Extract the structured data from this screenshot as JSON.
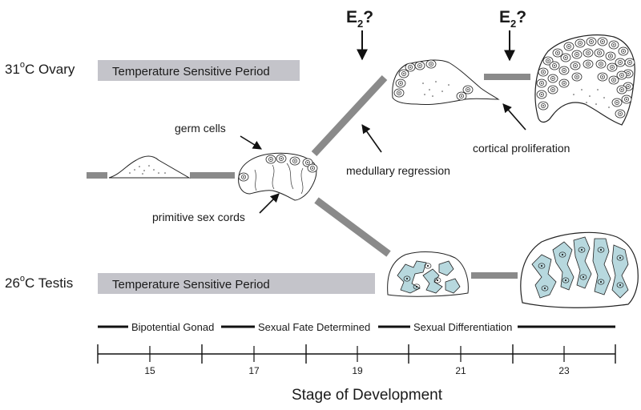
{
  "rows": {
    "ovary": {
      "temp": "31",
      "deg": "o",
      "label": "C Ovary",
      "tsp": "Temperature Sensitive Period"
    },
    "testis": {
      "temp": "26",
      "deg": "o",
      "label": "C Testis",
      "tsp": "Temperature Sensitive Period"
    }
  },
  "hormone": {
    "base": "E",
    "sub": "2",
    "q": "?"
  },
  "annotations": {
    "germ_cells": "germ cells",
    "primitive_sex_cords": "primitive sex cords",
    "medullary_regression": "medullary regression",
    "cortical_proliferation": "cortical proliferation"
  },
  "phases": [
    "Bipotential Gonad",
    "Sexual Fate Determined",
    "Sexual Differentiation"
  ],
  "axis": {
    "title": "Stage of Development",
    "ticks": [
      "15",
      "17",
      "19",
      "21",
      "23"
    ]
  },
  "colors": {
    "bar": "#8a8a8a",
    "band": "#c4c4ca",
    "tissue": "#b7d8de"
  }
}
